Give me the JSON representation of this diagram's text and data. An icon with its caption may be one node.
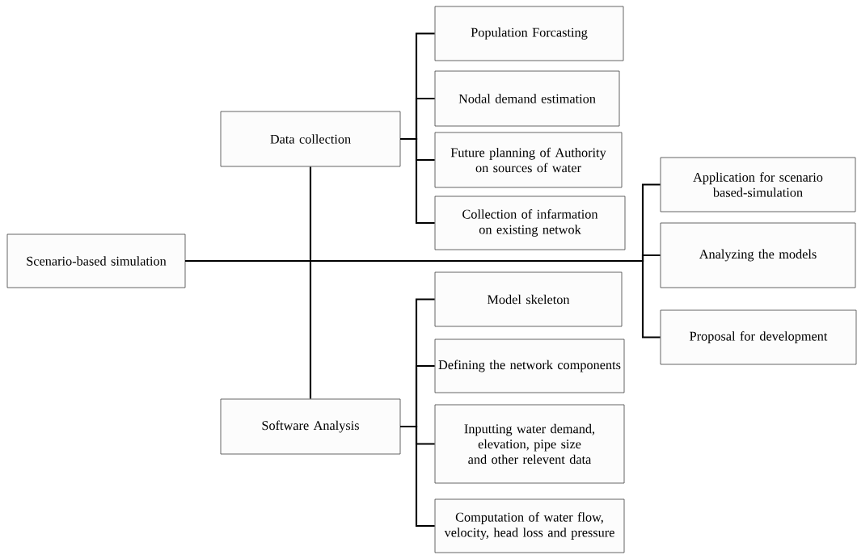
{
  "diagram": {
    "nodes": [
      {
        "text": [
          "Scenario-based simulation"
        ]
      },
      {
        "text": [
          "Data collection"
        ]
      },
      {
        "text": [
          "Population Forcasting"
        ]
      },
      {
        "text": [
          "Nodal demand estimation"
        ]
      },
      {
        "text": [
          "Future planning of Authority on sources of water"
        ]
      },
      {
        "text": [
          "Collection of infarmation on existing netwok"
        ]
      },
      {
        "text": [
          "Application for scenario based-simulation"
        ]
      },
      {
        "text": [
          "Analyzing the models"
        ]
      },
      {
        "text": [
          "Proposal for development"
        ]
      },
      {
        "text": [
          "Software Analysis"
        ]
      },
      {
        "text": [
          "Model skeleton"
        ]
      },
      {
        "text": [
          "Defining the network components"
        ]
      },
      {
        "text": [
          "Inputting water demand, elevation, pipe size and other relevent data"
        ]
      },
      {
        "text": [
          "Computation of water flow, velocity, head loss and pressure"
        ]
      }
    ],
    "edges": [
      {
        "from": 0,
        "to": 1,
        "arrow": "none"
      },
      {
        "from": 0,
        "to": 9,
        "arrow": "none"
      },
      {
        "from": 0,
        "to": 6,
        "arrow": "none"
      },
      {
        "from": 0,
        "to": 7,
        "arrow": "none"
      },
      {
        "from": 0,
        "to": 8,
        "arrow": "none"
      },
      {
        "from": 1,
        "to": 2,
        "arrow": "none"
      },
      {
        "from": 1,
        "to": 3,
        "arrow": "none"
      },
      {
        "from": 1,
        "to": 4,
        "arrow": "none"
      },
      {
        "from": 1,
        "to": 5,
        "arrow": "none"
      },
      {
        "from": 9,
        "to": 10,
        "arrow": "none"
      },
      {
        "from": 9,
        "to": 11,
        "arrow": "none"
      },
      {
        "from": 9,
        "to": 12,
        "arrow": "none"
      },
      {
        "from": 9,
        "to": 13,
        "arrow": "none"
      }
    ]
  }
}
